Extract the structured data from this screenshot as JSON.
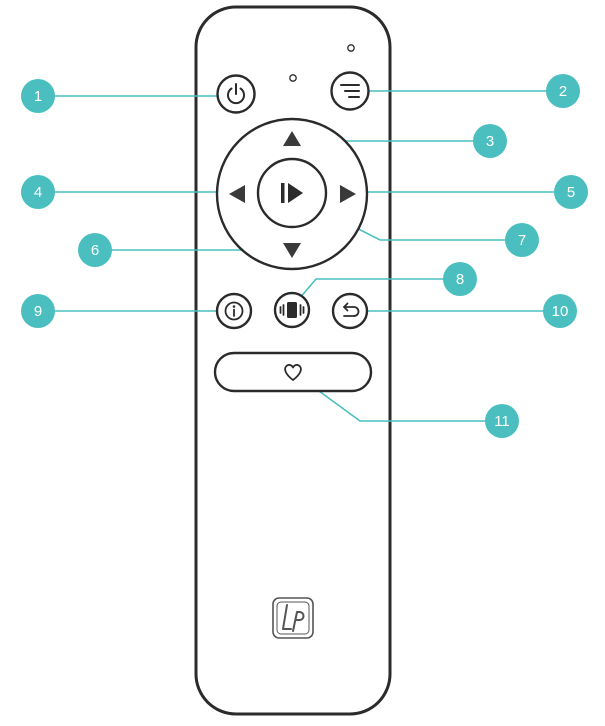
{
  "callouts": [
    {
      "label": "1"
    },
    {
      "label": "2"
    },
    {
      "label": "3"
    },
    {
      "label": "4"
    },
    {
      "label": "5"
    },
    {
      "label": "6"
    },
    {
      "label": "7"
    },
    {
      "label": "8"
    },
    {
      "label": "9"
    },
    {
      "label": "10"
    },
    {
      "label": "11"
    }
  ],
  "icons": {
    "power": "power-icon",
    "menu": "menu-icon",
    "up": "arrow-up-icon",
    "left": "arrow-left-icon",
    "right": "arrow-right-icon",
    "down": "arrow-down-icon",
    "play": "play-pause-icon",
    "vibrate": "vibrate-icon",
    "info": "info-icon",
    "back": "back-icon",
    "favorite": "heart-icon",
    "logo": "lp-logo"
  },
  "colors": {
    "callout": "#4bbfbf",
    "outline": "#2b2b2b",
    "arrow": "#3a3a3a"
  }
}
